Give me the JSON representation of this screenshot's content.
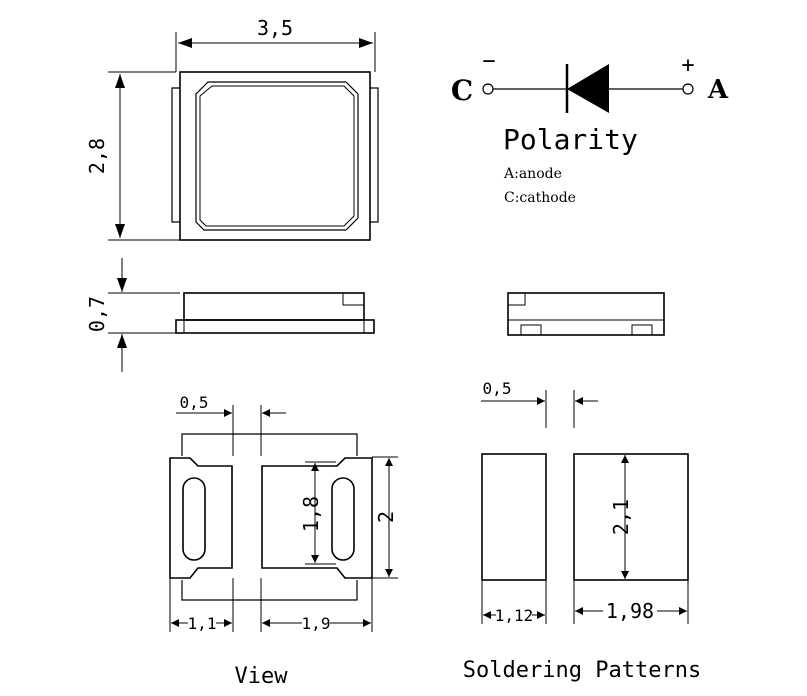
{
  "dimensions": {
    "top_width": "3,5",
    "top_height": "2,8",
    "side_thickness": "0,7",
    "view_gap": "0,5",
    "view_pad_height": "1,8",
    "view_total_height": "2",
    "view_left_pad": "1,1",
    "view_right_pad": "1,9",
    "solder_gap": "0,5",
    "solder_pad_height": "2,1",
    "solder_left_width": "1,12",
    "solder_right_width": "1,98"
  },
  "polarity": {
    "cathode_letter": "C",
    "anode_letter": "A",
    "minus_sign": "−",
    "plus_sign": "+",
    "title": "Polarity",
    "anode_label": "A:anode",
    "cathode_label": "C:cathode"
  },
  "captions": {
    "view": "View",
    "soldering": "Soldering Patterns"
  }
}
